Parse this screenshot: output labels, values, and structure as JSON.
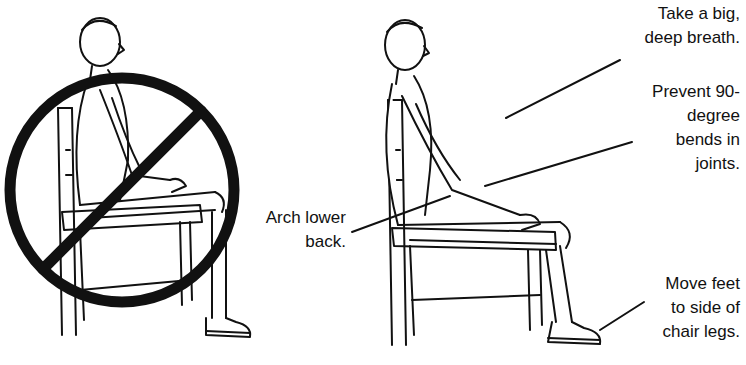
{
  "diagram": {
    "labels": [
      "Take a big, deep breath.",
      "Prevent 90-degree bends in joints.",
      "Arch lower back.",
      "Move feet to side of chair legs."
    ]
  }
}
